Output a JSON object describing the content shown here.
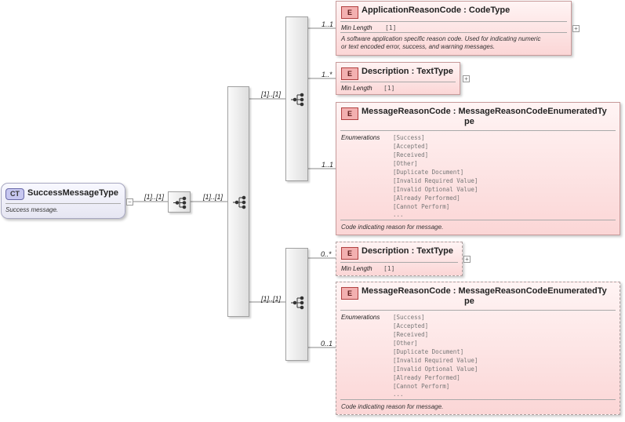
{
  "complex_type": {
    "badge": "CT",
    "name": "SuccessMessageType",
    "documentation": "Success message.",
    "collapse_symbol": "−"
  },
  "cardinalities": {
    "ct_to_sequence": "[1]..[1]",
    "sequence_to_choice": "[1]..[1]",
    "choice_to_seq1": "[1]..[1]",
    "choice_to_seq2": "[1]..[1]",
    "seq1_app_reason": "1..1",
    "seq1_description": "1..*",
    "seq1_message_reason": "1..1",
    "seq2_description": "0..*",
    "seq2_message_reason": "0..1"
  },
  "expand_symbol": "+",
  "elements": {
    "app_reason": {
      "badge": "E",
      "title": "ApplicationReasonCode : CodeType",
      "prop_label": "Min Length",
      "prop_value": "[1]",
      "doc_lines": [
        "A software application specific reason code. Used for indicating numeric",
        "or text encoded error, success, and warning messages."
      ]
    },
    "description_1": {
      "badge": "E",
      "title": "Description : TextType",
      "prop_label": "Min Length",
      "prop_value": "[1]"
    },
    "message_reason_1": {
      "badge": "E",
      "title_line1": "MessageReasonCode : MessageReasonCodeEnumeratedTy",
      "title_line2": "pe",
      "enum_label": "Enumerations",
      "enumerations": [
        "[Success]",
        "[Accepted]",
        "[Received]",
        "[Other]",
        "[Duplicate Document]",
        "[Invalid Required Value]",
        "[Invalid Optional Value]",
        "[Already Performed]",
        "[Cannot Perform]",
        "..."
      ],
      "doc": "Code indicating reason for message."
    },
    "description_2": {
      "badge": "E",
      "title": "Description : TextType",
      "prop_label": "Min Length",
      "prop_value": "[1]"
    },
    "message_reason_2": {
      "badge": "E",
      "title_line1": "MessageReasonCode : MessageReasonCodeEnumeratedTy",
      "title_line2": "pe",
      "enum_label": "Enumerations",
      "enumerations": [
        "[Success]",
        "[Accepted]",
        "[Received]",
        "[Other]",
        "[Duplicate Document]",
        "[Invalid Required Value]",
        "[Invalid Optional Value]",
        "[Already Performed]",
        "[Cannot Perform]",
        "..."
      ],
      "doc": "Code indicating reason for message."
    }
  }
}
